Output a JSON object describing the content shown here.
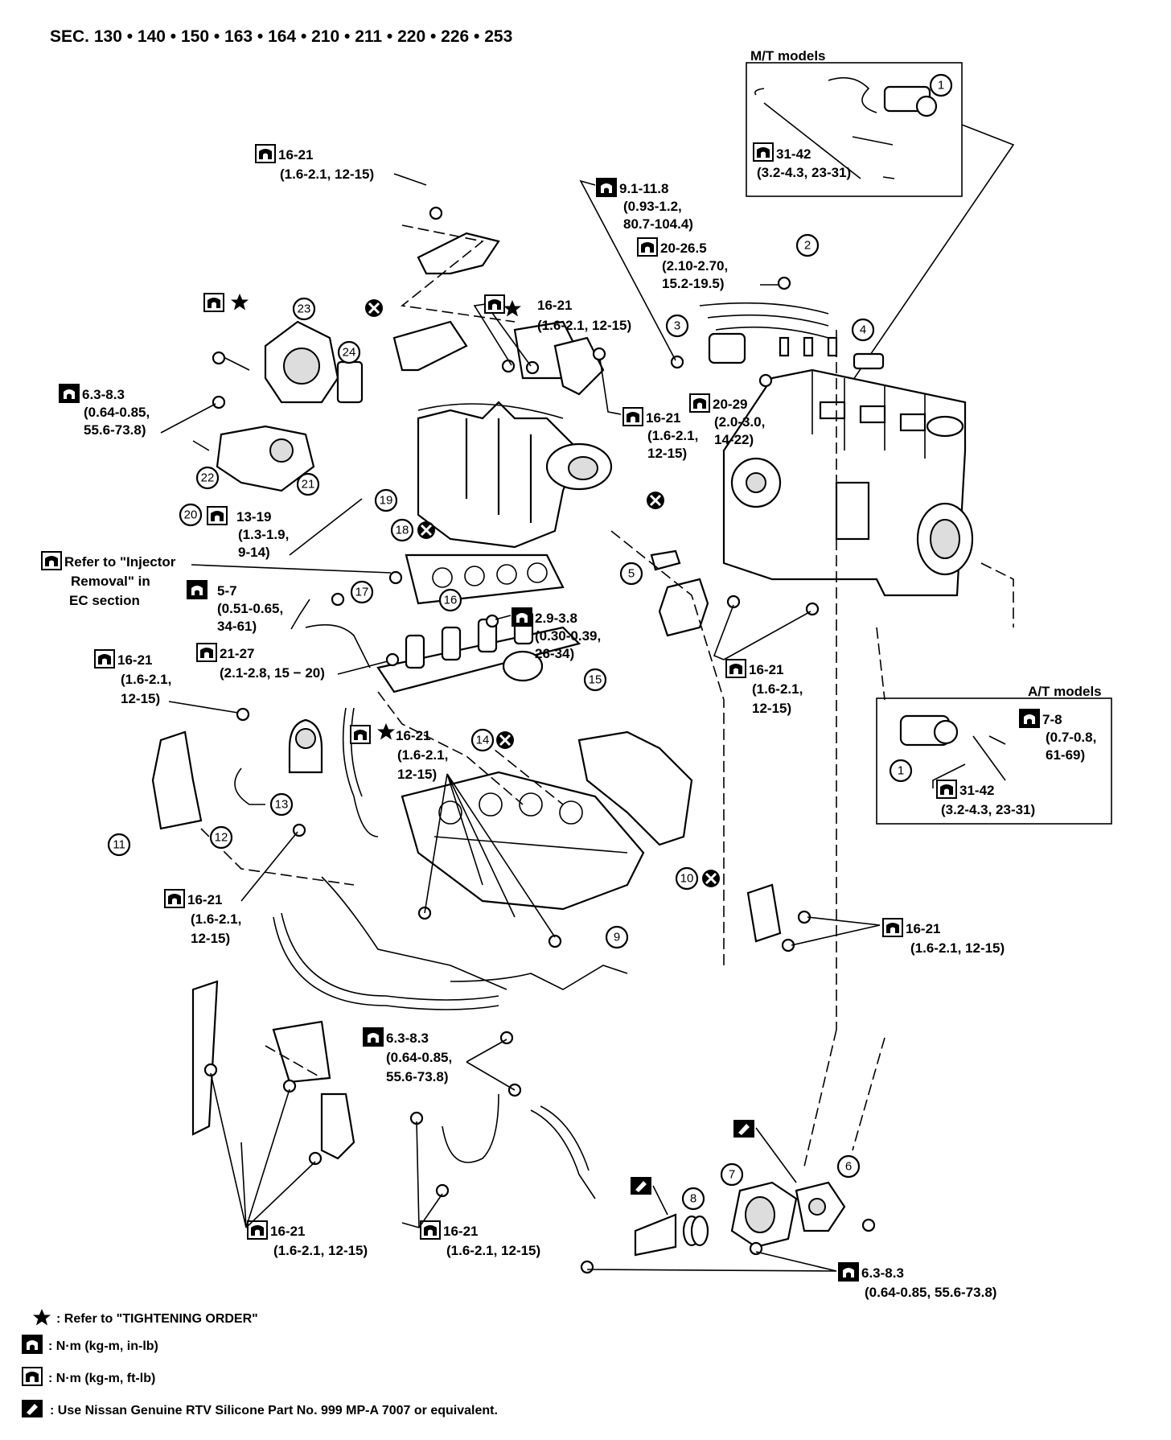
{
  "header": {
    "sections": "SEC. 130 • 140 • 150 • 163 • 164 • 210 • 211 • 220 • 226 • 253"
  },
  "panels": {
    "mt": {
      "title": "M/T models",
      "torque": [
        "31-42",
        "(3.2-4.3, 23-31)"
      ]
    },
    "at": {
      "title": "A/T models",
      "torque_a": [
        "7-8",
        "(0.7-0.8,",
        "61-69)"
      ],
      "torque_b": [
        "31-42",
        "(3.2-4.3, 23-31)"
      ]
    }
  },
  "torque_labels": [
    [
      "16-21",
      "(1.6-2.1, 12-15)"
    ],
    [
      "9.1-11.8",
      "(0.93-1.2,",
      "80.7-104.4)"
    ],
    [
      "20-26.5",
      "(2.10-2.70,",
      "15.2-19.5)"
    ],
    [
      "16-21",
      "(1.6-2.1, 12-15)"
    ],
    [
      "6.3-8.3",
      "(0.64-0.85,",
      "55.6-73.8)"
    ],
    [
      "16-21",
      "(1.6-2.1,",
      "12-15)"
    ],
    [
      "20-29",
      "(2.0-3.0,",
      "14-22)"
    ],
    [
      "13-19",
      "(1.3-1.9,",
      "9-14)"
    ],
    [
      "Refer to \"Injector",
      "Removal\" in",
      "EC section"
    ],
    [
      "5-7",
      "(0.51-0.65,",
      "34-61)"
    ],
    [
      "2.9-3.8",
      "(0.30-0.39,",
      "26-34)"
    ],
    [
      "21-27",
      "(2.1-2.8, 15 − 20)"
    ],
    [
      "16-21",
      "(1.6-2.1,",
      "12-15)"
    ],
    [
      "16-21",
      "(1.6-2.1,",
      "12-15)"
    ],
    [
      "16-21",
      "(1.6-2.1,",
      "12-15)"
    ],
    [
      "16-21",
      "(1.6-2.1,",
      "12-15)"
    ],
    [
      "16-21",
      "(1.6-2.1, 12-15)"
    ],
    [
      "6.3-8.3",
      "(0.64-0.85,",
      "55.6-73.8)"
    ],
    [
      "16-21",
      "(1.6-2.1, 12-15)"
    ],
    [
      "16-21",
      "(1.6-2.1, 12-15)"
    ],
    [
      "6.3-8.3",
      "(0.64-0.85, 55.6-73.8)"
    ]
  ],
  "callouts": [
    "1",
    "2",
    "3",
    "4",
    "5",
    "6",
    "7",
    "8",
    "9",
    "10",
    "11",
    "12",
    "13",
    "14",
    "15",
    "16",
    "17",
    "18",
    "19",
    "20",
    "21",
    "22",
    "23",
    "24",
    "1"
  ],
  "legend": [
    {
      "icon": "star-icon",
      "text": ": Refer to \"TIGHTENING ORDER\""
    },
    {
      "icon": "torque-wrench-solid-icon",
      "text": ": N·m (kg-m, in-lb)"
    },
    {
      "icon": "torque-wrench-outline-icon",
      "text": ": N·m (kg-m, ft-lb)"
    },
    {
      "icon": "sealant-icon",
      "text": ": Use Nissan Genuine RTV Silicone Part No. 999 MP-A 7007 or equivalent."
    }
  ]
}
